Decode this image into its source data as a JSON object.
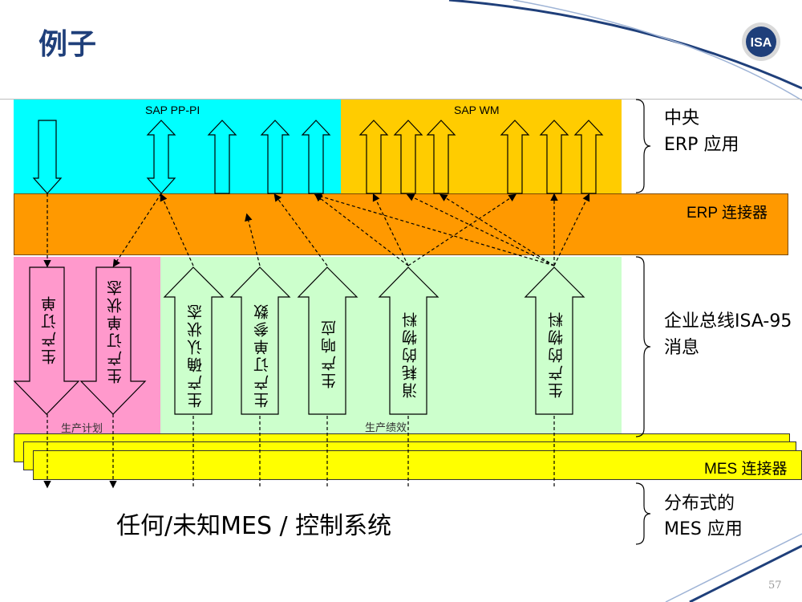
{
  "title": "例子",
  "logo_text": "ISA",
  "zones": {
    "sap_pp": "SAP PP-PI",
    "sap_wm": "SAP WM",
    "erp_connector": "ERP 连接器",
    "plan": "生产计划",
    "performance": "生产绩效",
    "mes_connector": "MES 连接器"
  },
  "right_labels": {
    "central_erp_1": "中央",
    "central_erp_2": "ERP 应用",
    "bus_1": "企业总线ISA-95",
    "bus_2": "消息",
    "dist_mes_1": "分布式的",
    "dist_mes_2": "MES 应用"
  },
  "messages": {
    "prod_order": "生产订单",
    "prod_order_status": "生产订单状态",
    "prod_confirm_status": "生产确认状态",
    "prod_order_params": "生产订单参数",
    "prod_response": "生产响应",
    "material_consumed": "消耗的物料",
    "material_produced": "生产的物料"
  },
  "bottom_label": "任何/未知MES / 控制系统",
  "page_number": "57",
  "colors": {
    "sap_pp": "#00ffff",
    "sap_wm": "#ffcc00",
    "erp_connector": "#ff9900",
    "plan": "#ff99cc",
    "performance": "#ccffcc",
    "mes_connector": "#ffff00",
    "title": "#1f3f7a"
  }
}
